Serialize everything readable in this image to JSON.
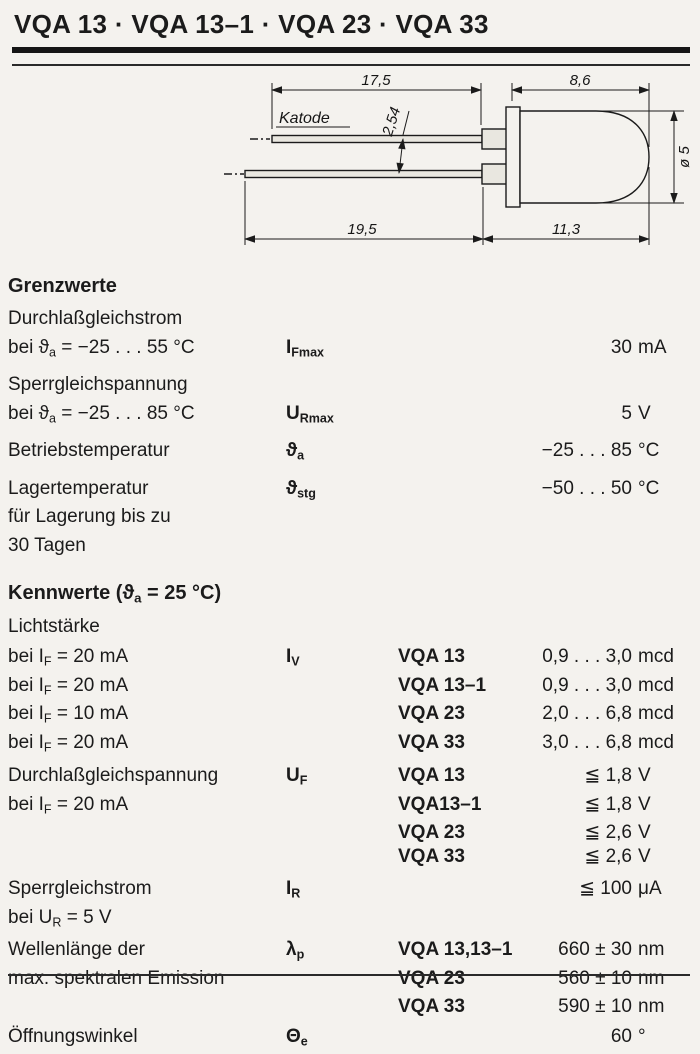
{
  "colors": {
    "ink": "#1b1b1b",
    "paper": "#f4f2ee"
  },
  "page": {
    "title": "VQA 13 · VQA 13–1 · VQA 23 · VQA 33"
  },
  "diagram": {
    "dim_lead_top": "17,5",
    "dim_body_top": "8,6",
    "katode": "Katode",
    "dim_pitch": "2,54",
    "dim_lead_bottom": "19,5",
    "dim_body_bottom": "11,3",
    "dim_diameter": "ø 5"
  },
  "grenzwerte": {
    "heading": "Grenzwerte",
    "rows": [
      {
        "t1": "Durchlaßgleichstrom"
      },
      {
        "t1": "bei ",
        "g": "ϑ",
        "s1": "a",
        "t2": " = −25 . . . 55 °C",
        "sym": "I",
        "symsub": "Fmax",
        "val": "30",
        "unit": "mA"
      },
      {
        "t1": "Sperrgleichspannung"
      },
      {
        "t1": "bei ",
        "g": "ϑ",
        "s1": "a",
        "t2": " = −25 . . . 85 °C",
        "sym": "U",
        "symsub": "Rmax",
        "val": "5",
        "unit": "V"
      },
      {
        "t1": "Betriebstemperatur",
        "sym": "ϑ",
        "symsub": "a",
        "val": "−25 . . . 85",
        "unit": "°C"
      },
      {
        "t1": "Lagertemperatur",
        "sym": "ϑ",
        "symsub": "stg",
        "val": "−50 . . . 50",
        "unit": "°C"
      },
      {
        "t1": "für Lagerung bis zu"
      },
      {
        "t1": "30 Tagen"
      }
    ]
  },
  "kennwerte": {
    "heading": "Kennwerte",
    "heading_pre": " (ϑ",
    "heading_sub": "a",
    "heading_post": " = 25 °C)",
    "rows": [
      {
        "t1": "Lichtstärke"
      },
      {
        "t1": "bei ",
        "g": "I",
        "s1": "F",
        "t2": " = 20 mA",
        "sym": "I",
        "symsub": "V",
        "type": "VQA 13",
        "val": "0,9 . . . 3,0",
        "unit": "mcd"
      },
      {
        "t1": "bei ",
        "g": "I",
        "s1": "F",
        "t2": " = 20 mA",
        "type": "VQA 13–1",
        "val": "0,9 . . . 3,0",
        "unit": "mcd"
      },
      {
        "t1": "bei ",
        "g": "I",
        "s1": "F",
        "t2": " = 10 mA",
        "type": "VQA 23",
        "val": "2,0 . . . 6,8",
        "unit": "mcd"
      },
      {
        "t1": "bei ",
        "g": "I",
        "s1": "F",
        "t2": " = 20 mA",
        "type": "VQA 33",
        "val": "3,0 . . . 6,8",
        "unit": "mcd"
      },
      {
        "t1": "Durchlaßgleichspannung",
        "sym": "U",
        "symsub": "F",
        "type": "VQA 13",
        "val": "≦ 1,8",
        "unit": "V"
      },
      {
        "t1": "bei ",
        "g": "I",
        "s1": "F",
        "t2": " = 20 mA",
        "type": "VQA13–1",
        "val": "≦ 1,8",
        "unit": "V"
      },
      {
        "type": "VQA 23",
        "val": "≦ 2,6",
        "unit": "V"
      },
      {
        "type": "VQA 33",
        "val": "≦ 2,6",
        "unit": "V"
      },
      {
        "t1": "Sperrgleichstrom",
        "sym": "I",
        "symsub": "R",
        "val": "≦ 100",
        "unit": "μA"
      },
      {
        "t1": "bei ",
        "g": "U",
        "s1": "R",
        "t2": " = 5 V"
      },
      {
        "t1": "Wellenlänge der",
        "sym": "λ",
        "symsub": "p",
        "type": "VQA 13,13–1",
        "val": "660 ± 30",
        "unit": "nm"
      },
      {
        "t1": "max. spektralen Emission",
        "type": "VQA 23",
        "val": "560 ± 10",
        "unit": "nm"
      },
      {
        "type": "VQA 33",
        "val": "590 ± 10",
        "unit": "nm"
      },
      {
        "t1": "Öffnungswinkel",
        "sym": "Θ",
        "symsub": "e",
        "val": "60",
        "unit": "°"
      }
    ]
  }
}
